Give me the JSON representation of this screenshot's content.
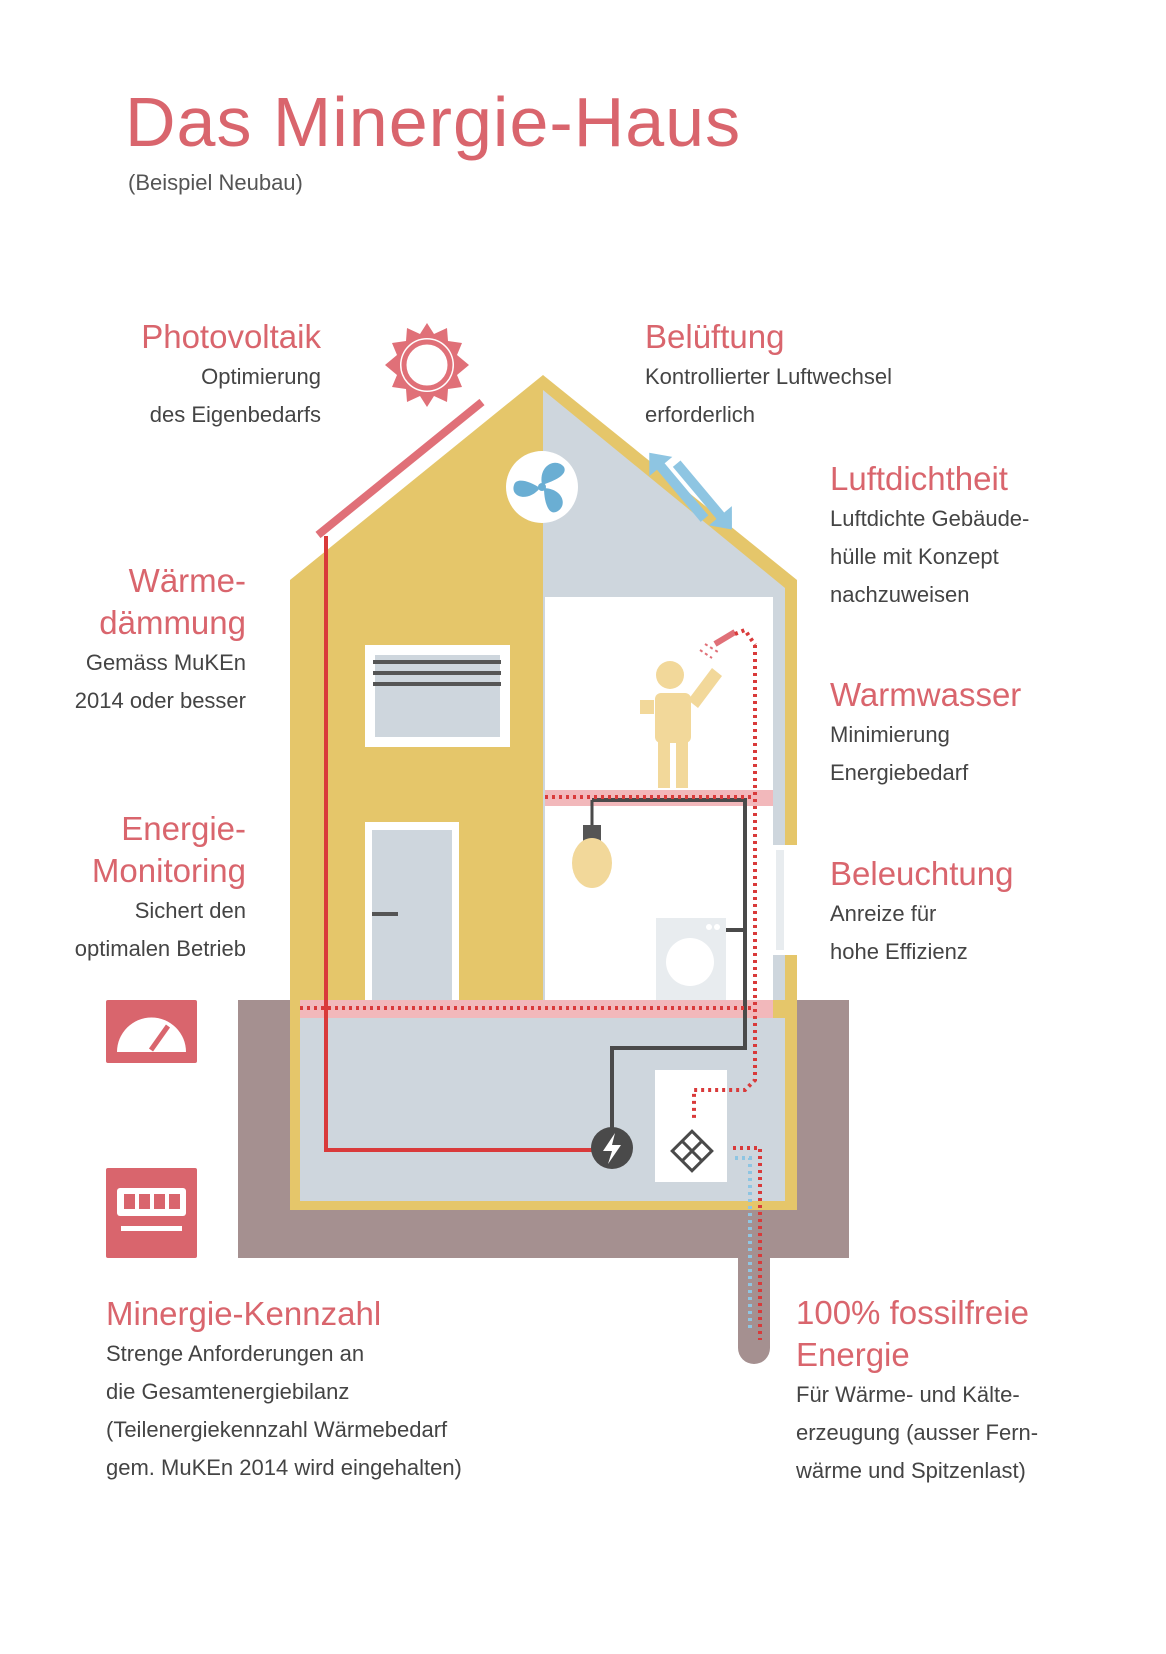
{
  "title": "Das Minergie-Haus",
  "subtitle": "(Beispiel Neubau)",
  "colors": {
    "accent": "#d9656d",
    "yellow": "#e5c66a",
    "light_gray": "#ced6dd",
    "ground": "#a59090",
    "pink_strip": "#f2b8bb",
    "line_red": "#d93a3a",
    "line_dark": "#4a4a4a",
    "blue_arrow": "#8ec5e2"
  },
  "labels": {
    "photovoltaik": {
      "heading": "Photovoltaik",
      "lines": [
        "Optimierung",
        "des Eigenbedarfs"
      ]
    },
    "beluftung": {
      "heading": "Belüftung",
      "lines": [
        "Kontrollierter Luftwechsel",
        "erforderlich"
      ]
    },
    "luftdichtheit": {
      "heading": "Luftdichtheit",
      "lines": [
        "Luftdichte Gebäude-",
        "hülle mit Konzept",
        "nachzuweisen"
      ]
    },
    "waermedaemmung": {
      "heading": [
        "Wärme-",
        "dämmung"
      ],
      "lines": [
        "Gemäss MuKEn",
        "2014 oder besser"
      ]
    },
    "warmwasser": {
      "heading": "Warmwasser",
      "lines": [
        "Minimierung",
        "Energiebedarf"
      ]
    },
    "energiemonitoring": {
      "heading": [
        "Energie-",
        "Monitoring"
      ],
      "lines": [
        "Sichert den",
        "optimalen Betrieb"
      ]
    },
    "beleuchtung": {
      "heading": "Beleuchtung",
      "lines": [
        "Anreize für",
        "hohe Effizienz"
      ]
    },
    "kennzahl": {
      "heading": "Minergie-Kennzahl",
      "lines": [
        "Strenge Anforderungen an",
        "die Gesamtenergiebilanz",
        "(Teilenergiekennzahl Wärmebedarf",
        "gem. MuKEn 2014 wird eingehalten)"
      ]
    },
    "fossilfrei": {
      "heading": [
        "100% fossilfreie",
        "Energie"
      ],
      "lines": [
        "Für Wärme- und Kälte-",
        "erzeugung (ausser Fern-",
        "wärme und Spitzenlast)"
      ]
    }
  },
  "icons": [
    "sun-icon",
    "fan-icon",
    "airflow-arrows-icon",
    "window-icon",
    "door-icon",
    "person-icon",
    "shower-icon",
    "light-bulb-icon",
    "washing-machine-icon",
    "power-icon",
    "heat-pump-icon",
    "gauge-icon",
    "meter-icon"
  ]
}
